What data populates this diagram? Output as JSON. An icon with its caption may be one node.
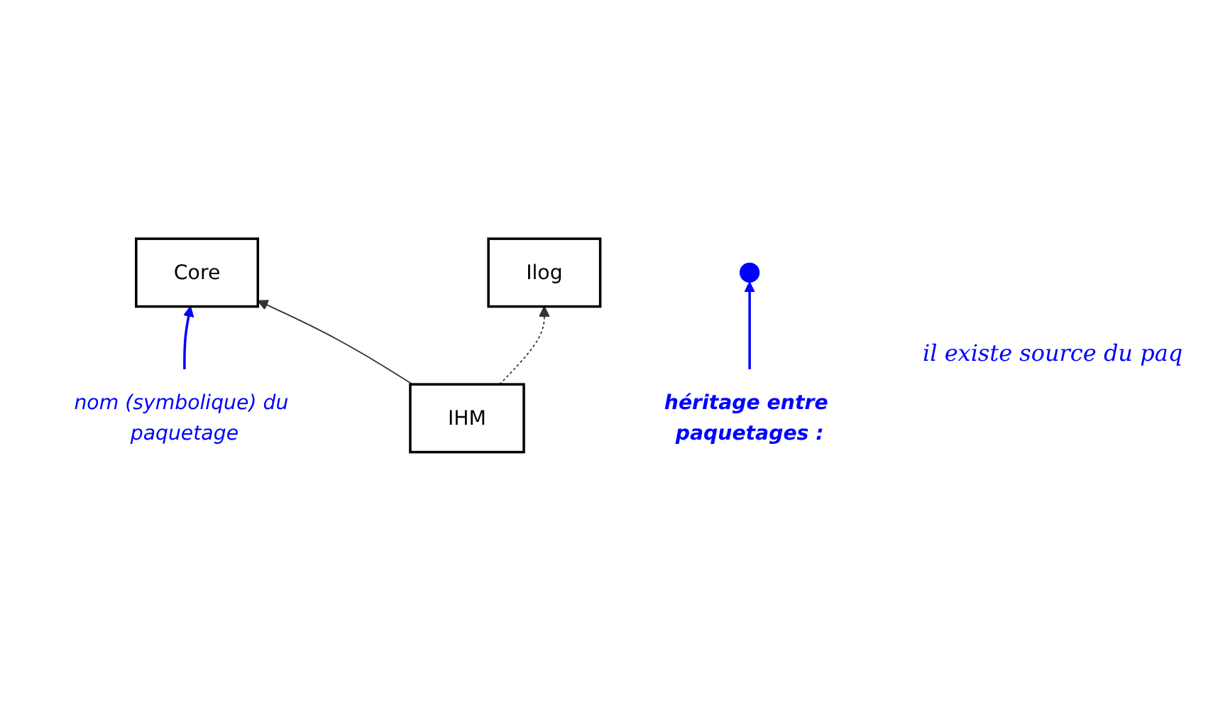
{
  "diagram": {
    "nodes": [
      {
        "text": [
          "Core"
        ]
      },
      {
        "text": [
          "IHM"
        ]
      },
      {
        "text": [
          "Ilog"
        ]
      },
      {
        "text": [
          "nom (symbolique) du paquetage"
        ]
      },
      {
        "text": [
          "héritage entre paquetages :"
        ]
      }
    ],
    "edges": [
      {
        "from": 1,
        "to": 0,
        "arrow": "to"
      },
      {
        "from": 1,
        "to": 2,
        "arrow": "to",
        "style": "dashed"
      },
      {
        "from": 3,
        "to": 0,
        "arrow": "to",
        "color": "#0000ff"
      },
      {
        "from": 4,
        "to": null,
        "arrow": "to",
        "color": "#0000ff"
      }
    ],
    "labels": [
      "il existe source du paq"
    ]
  }
}
